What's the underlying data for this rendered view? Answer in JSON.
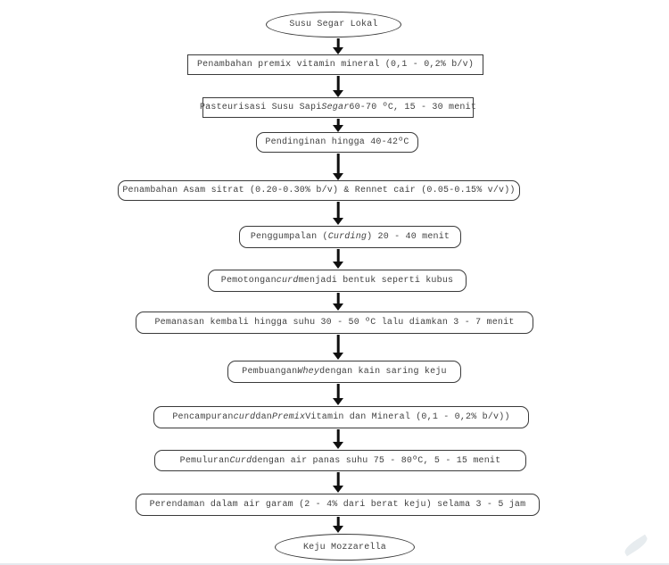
{
  "flowchart": {
    "description": "Diagram alir proses pembuatan Keju Mozzarella",
    "colors": {
      "background": "#ffffff",
      "node_border": "#3a3a3a",
      "node_text": "#414141",
      "arrow": "#101010"
    },
    "nodes": [
      {
        "id": "start",
        "shape": "oval",
        "parts": [
          {
            "text": "Susu Segar Lokal"
          }
        ]
      },
      {
        "id": "penambahan-premix",
        "shape": "rect",
        "parts": [
          {
            "text": "Penambahan premix vitamin mineral (0,1 - 0,2% b/v)"
          }
        ]
      },
      {
        "id": "pasteurisasi",
        "shape": "rect",
        "parts": [
          {
            "text": "Pasteurisasi Susu Sapi "
          },
          {
            "text": "Segar",
            "italic": true
          },
          {
            "text": " 60-70 ºC, 15 - 30 menit"
          }
        ]
      },
      {
        "id": "pendinginan",
        "shape": "rounded",
        "parts": [
          {
            "text": "Pendinginan hingga 40-42ºC"
          }
        ]
      },
      {
        "id": "penambahan-asam-sitrat",
        "shape": "rounded",
        "parts": [
          {
            "text": "Penambahan Asam sitrat (0.20-0.30% b/v) & Rennet cair (0.05-0.15% v/v))"
          }
        ]
      },
      {
        "id": "penggumpalan",
        "shape": "rounded",
        "parts": [
          {
            "text": "Penggumpalan ("
          },
          {
            "text": "Curding",
            "italic": true
          },
          {
            "text": ") 20 - 40 menit"
          }
        ]
      },
      {
        "id": "pemotongan-curd",
        "shape": "rounded",
        "parts": [
          {
            "text": "Pemotongan "
          },
          {
            "text": "curd",
            "italic": true
          },
          {
            "text": " menjadi bentuk seperti kubus"
          }
        ]
      },
      {
        "id": "pemanasan-kembali",
        "shape": "rounded",
        "parts": [
          {
            "text": "Pemanasan kembali hingga suhu 30 - 50 ºC lalu diamkan 3 - 7 menit"
          }
        ]
      },
      {
        "id": "pembuangan-whey",
        "shape": "rounded",
        "parts": [
          {
            "text": "Pembuangan "
          },
          {
            "text": "Whey",
            "italic": true
          },
          {
            "text": " dengan kain saring keju"
          }
        ]
      },
      {
        "id": "pencampuran-curd-premix",
        "shape": "rounded",
        "parts": [
          {
            "text": "Pencampuran "
          },
          {
            "text": "curd",
            "italic": true
          },
          {
            "text": " dan "
          },
          {
            "text": "Premix",
            "italic": true
          },
          {
            "text": " Vitamin dan Mineral (0,1 - 0,2% b/v))"
          }
        ]
      },
      {
        "id": "pemuluran-curd",
        "shape": "rounded",
        "parts": [
          {
            "text": "Pemuluran "
          },
          {
            "text": "Curd",
            "italic": true
          },
          {
            "text": " dengan air panas suhu 75 - 80ºC, 5 - 15 menit"
          }
        ]
      },
      {
        "id": "perendaman-air-garam",
        "shape": "rounded",
        "parts": [
          {
            "text": "Perendaman dalam air garam (2 - 4% dari berat keju) selama 3 - 5 jam"
          }
        ]
      },
      {
        "id": "end",
        "shape": "oval",
        "parts": [
          {
            "text": "Keju Mozzarella"
          }
        ]
      }
    ]
  }
}
